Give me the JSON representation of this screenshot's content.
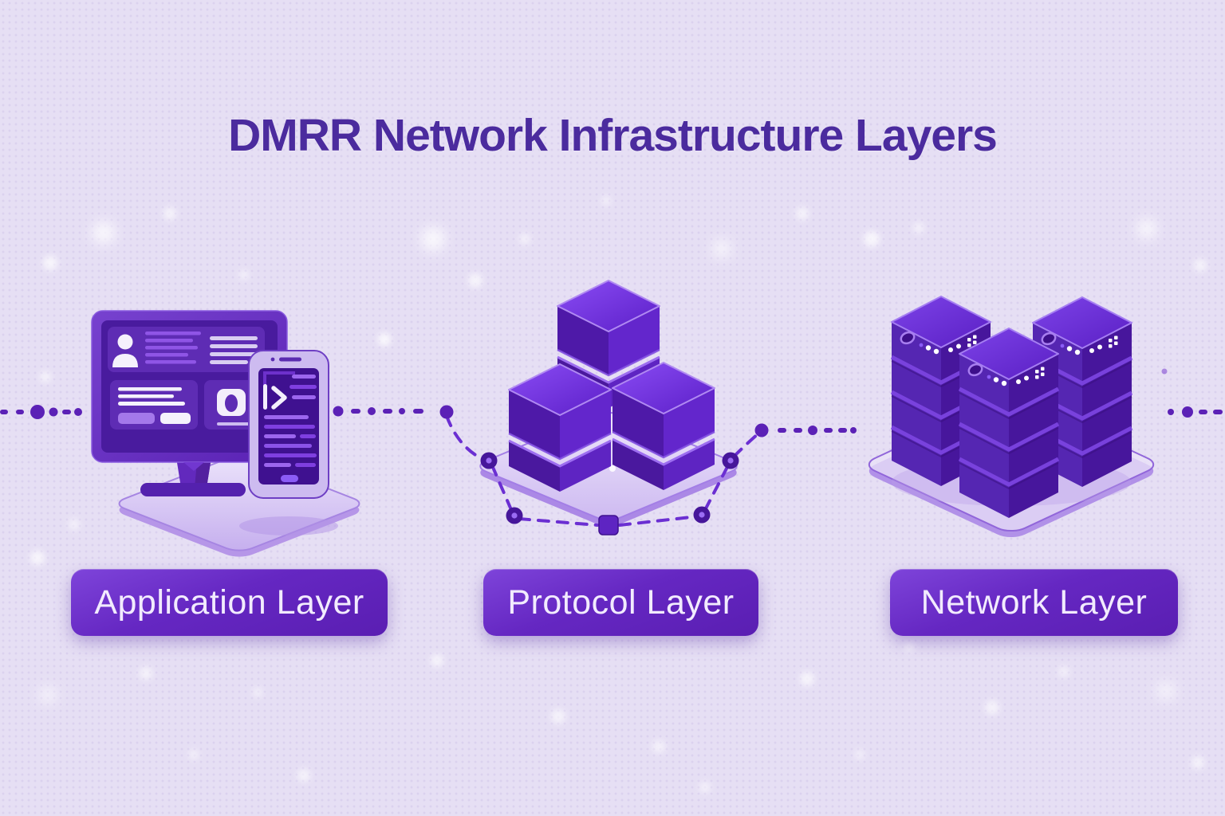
{
  "title": "DMRR Network Infrastructure Layers",
  "layers": [
    {
      "id": "application",
      "label": "Application Layer"
    },
    {
      "id": "protocol",
      "label": "Protocol Layer"
    },
    {
      "id": "network",
      "label": "Network Layer"
    }
  ],
  "illustrations": {
    "application": [
      "desktop-monitor-icon",
      "smartphone-icon",
      "user-avatar-icon",
      "lock-icon",
      "code-icon",
      "platform-icon"
    ],
    "protocol": [
      "stacked-cubes-icon",
      "platform-icon",
      "dashed-network-path",
      "connection-node-icon"
    ],
    "network": [
      "server-rack-icon",
      "platform-icon"
    ]
  },
  "connectors": {
    "style": "dotted-line",
    "color": "#5b21b6"
  },
  "colors": {
    "background": "#e6dff4",
    "title_text": "#4b2b9e",
    "accent_purple": "#5b21b6",
    "dark_purple": "#46169a",
    "pill_gradient_start": "#7e44da",
    "pill_gradient_end": "#5a1eb2",
    "pill_text": "#f2ebfe",
    "platform_fill": "#e9e0fa"
  }
}
